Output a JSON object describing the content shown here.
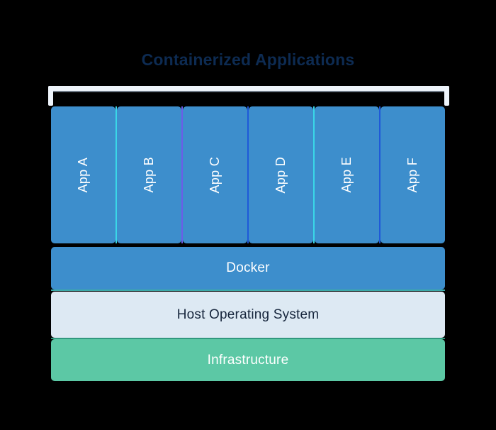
{
  "title": "Containerized Applications",
  "colors": {
    "background": "#000000",
    "title_text": "#0d2b52",
    "app_box": "#3d8ecc",
    "docker_bar": "#3d8ecc",
    "host_os_bar": "#dde9f3",
    "infrastructure_bar": "#5cc8a5",
    "frame": "#eef4fb",
    "separator_cyan": "#3ad7e8",
    "separator_violet": "#6d5ce8",
    "separator_blue": "#1f59d8",
    "light_text": "#ffffff",
    "dark_text": "#16253c"
  },
  "apps": [
    {
      "label": "App A"
    },
    {
      "label": "App B"
    },
    {
      "label": "App C"
    },
    {
      "label": "App D"
    },
    {
      "label": "App E"
    },
    {
      "label": "App F"
    }
  ],
  "layers": {
    "docker": "Docker",
    "host_os": "Host Operating System",
    "infrastructure": "Infrastructure"
  }
}
